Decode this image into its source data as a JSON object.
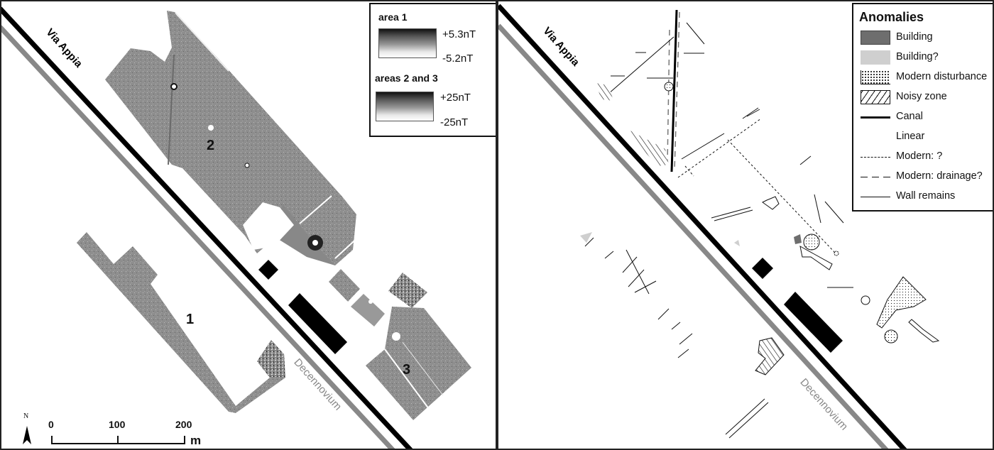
{
  "left_panel": {
    "roads": {
      "via_appia": "Via Appia",
      "decennovium": "Decennovium"
    },
    "area_labels": [
      "1",
      "2",
      "3"
    ],
    "magnetic_legend": {
      "sections": [
        {
          "title": "area 1",
          "max": "+5.3nT",
          "min": "-5.2nT"
        },
        {
          "title": "areas 2 and 3",
          "max": "+25nT",
          "min": "-25nT"
        }
      ]
    },
    "north_arrow": {
      "label": "N"
    },
    "scale_bar": {
      "ticks": [
        "0",
        "100",
        "200"
      ],
      "unit": "m"
    }
  },
  "right_panel": {
    "roads": {
      "via_appia": "Via Appia",
      "decennovium": "Decennovium"
    },
    "anomalies_legend": {
      "title": "Anomalies",
      "items": [
        {
          "label": "Building",
          "symbol": "fill-dark",
          "color": "#6e6e6e"
        },
        {
          "label": "Building?",
          "symbol": "fill-light",
          "color": "#cfcfcf"
        },
        {
          "label": "Modern disturbance",
          "symbol": "dots"
        },
        {
          "label": "Noisy zone",
          "symbol": "hatch"
        },
        {
          "label": "Canal",
          "symbol": "thick-line"
        },
        {
          "label": "Linear",
          "symbol": "none"
        },
        {
          "label": "Modern: ?",
          "symbol": "short-dash"
        },
        {
          "label": "Modern: drainage?",
          "symbol": "long-dash"
        },
        {
          "label": "Wall remains",
          "symbol": "thin-line"
        }
      ]
    }
  },
  "colors": {
    "canal": "#000000",
    "decennovium": "#888888",
    "survey_gray": "#8c8c8c",
    "border": "#222222"
  }
}
